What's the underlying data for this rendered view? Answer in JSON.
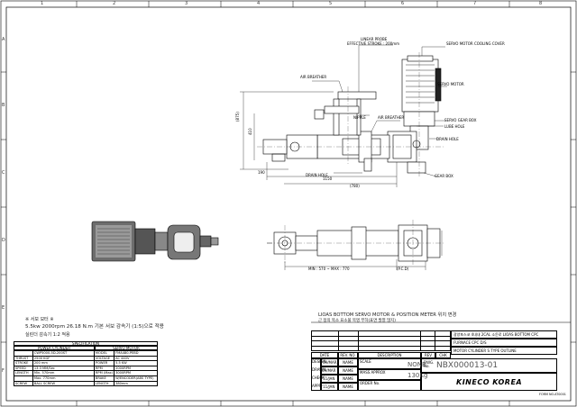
{
  "zones_top": [
    "1",
    "2",
    "3",
    "4",
    "5",
    "6",
    "7",
    "8"
  ],
  "zones_side": [
    "A",
    "B",
    "C",
    "D",
    "E",
    "F"
  ],
  "callouts": {
    "linear_probe": "LINEAR PROBE",
    "effective_stroke": "EFFECTIVE STROKE : 200mm",
    "servo_motor_cover": "SERVO MOTOR COOLING COVER",
    "air_breather_1": "AIR BREATHER",
    "servo_motor": "SERVO MOTOR",
    "nipple": "NIPPLE",
    "air_breather_2": "AIR BREATHER",
    "servo_gear_box": "SERVO GEAR BOX",
    "lube_hole": "LUBE HOLE",
    "drain_hole_1": "DRAIN HOLE",
    "drain_hole_2": "DRAIN HOLE",
    "gear_box": "GEAR BOX"
  },
  "dims": {
    "left_height": "(875)",
    "left_inner": "410",
    "dim_a": "190",
    "dim_b": "1150",
    "dim_c": "(780)",
    "plan_width": "MIN : 570 ~ MAX : 770",
    "plan_right": "(P.C.D)"
  },
  "notes": {
    "line1": "※ 서보 모터 ※",
    "line2": "5.5kw 2000rpm 26.18 N.m 기본 서보 감속기 (1:5)으로 적용",
    "line3": "실린더 감속기 1:2 적용",
    "revision_note_1": "LIOAS BOTTOM SERVO MOTOR & POSITION METER 위치 변경",
    "revision_note_2": "근 정의 뚝소 표소불 목명 부하(표면 발열 많지)"
  },
  "spec": {
    "title": "SPECIFICATION",
    "col_a": "POWER CYLINDER",
    "col_b": "SERVO MOTOR",
    "rows": [
      [
        "",
        "CWP5000-5D-200ST",
        "MODEL",
        "FMA480-PEBD"
      ],
      [
        "THRUST",
        "2500 KGF",
        "VOLTAGE",
        "AC 440V"
      ],
      [
        "STROKE",
        "200 mm",
        "POWER",
        "5.5 KW"
      ],
      [
        "SPEED",
        "13.3 MM/Sec",
        "RPM",
        "2000RPM"
      ],
      [
        "LENGTH",
        "Min. 570mm",
        "RPM (Max)",
        "3000RPM"
      ],
      [
        "",
        "Max. 770mm",
        "BRAKE",
        "W/ENCODER(ABS TYPE)"
      ],
      [
        "SCREW",
        "BALL SCREW",
        "LENGTH",
        "380mm"
      ]
    ]
  },
  "title_block": {
    "rev_rows": [
      [
        "",
        "",
        "",
        "",
        ""
      ],
      [
        "",
        "",
        "",
        "",
        ""
      ],
      [
        "",
        "",
        "",
        "",
        ""
      ],
      [
        "",
        "",
        "",
        "",
        ""
      ]
    ],
    "drawn_labels": [
      "DESIGN",
      "DRAWN",
      "CHECK",
      "APPR"
    ],
    "dates": [
      "'09/MAR",
      "09/MAR",
      "'11/JAN",
      "'11/JAN"
    ],
    "names": [
      "NAME",
      "NAME",
      "NAME",
      "NAME"
    ],
    "col_headers": [
      "DATE",
      "REV. NO.",
      "DESCRIPTION",
      "REV",
      "CHK"
    ],
    "scale_label": "SCALE",
    "scale_value": "NONE",
    "mass_label": "MASS APPROX",
    "mass_value": "130Kg",
    "order_label": "ORDER No.",
    "dwg_label": "DWG. No.",
    "dwg_no": "NBX000013-01",
    "project_1": "광양포스코 4내내 2CAL 소둔로 LIOAS BOTTOM CPC",
    "project_2": "FURNACE CPC D/S",
    "project_3": "MOTOR CYLINDER S TYPE OUTLINE",
    "company": "KINECO KOREA",
    "form_no": "FORM NO.AT0001"
  }
}
